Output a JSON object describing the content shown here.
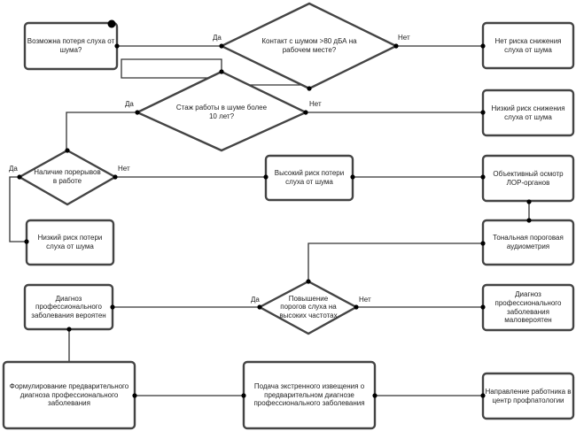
{
  "nodes": {
    "start": "Возможна потеря слуха от шума?",
    "contact": "Контакт с шумом >80 дБА на рабочем месте?",
    "no_risk": "Нет риска снижения слуха от шума",
    "experience": "Стаж работы в шуме более 10 лет?",
    "low_risk_decrease": "Низкий риск снижения слуха от шума",
    "thresholds_jump": "Наличие порерывов в работе",
    "high_risk": "Высокий риск потери слуха от шума",
    "ent_exam": "Объективный осмотр ЛОР-органов",
    "low_risk_loss": "Низкий риск потери слуха от шума",
    "audiometry": "Тональная пороговая аудиометрия",
    "diag_likely": "Диагноз профессионального заболевания вероятен",
    "threshold_increase": "Повышение порогов слуха на высоких частотах",
    "diag_unlikely": "Диагноз профессионального заболевания маловероятен",
    "formulate": "Формулирование предварительного диагноза профессионального заболевания",
    "notice": "Подача экстренного извещения о предварительном диагнозе профессионального заболевания",
    "referral": "Направление работника в центр профпатологии"
  },
  "edge_labels": {
    "contact_yes": "Да",
    "contact_no": "Нет",
    "experience_yes": "Да",
    "experience_no": "Нет",
    "breaks_yes": "Да",
    "breaks_no": "Нет",
    "increase_yes": "Да",
    "increase_no": "Нет"
  }
}
